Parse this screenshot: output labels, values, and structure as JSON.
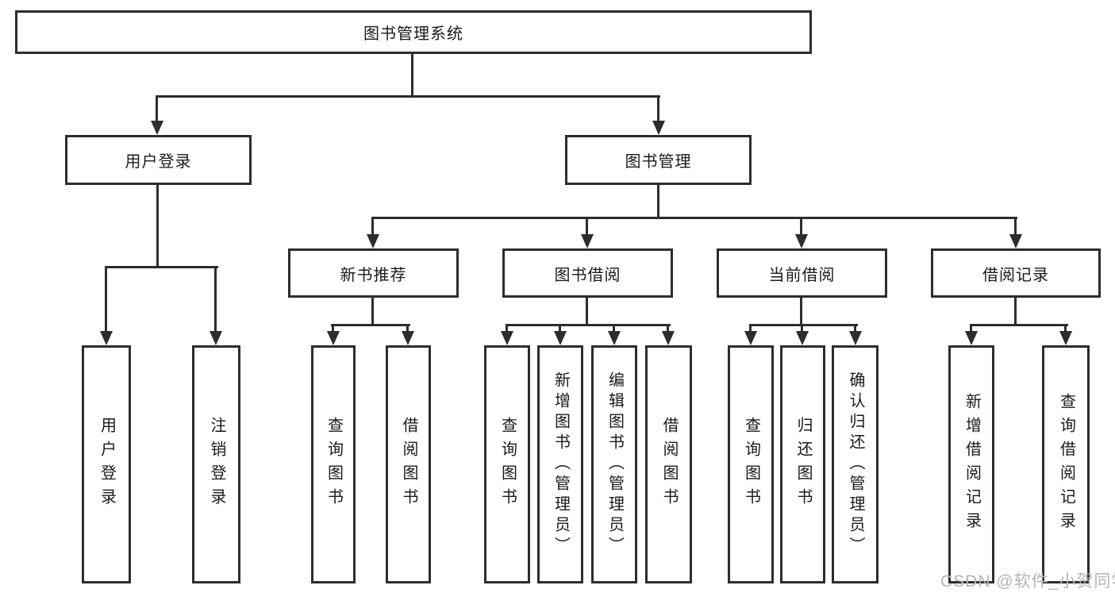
{
  "tree": {
    "root": {
      "label": "图书管理系统"
    },
    "children": [
      {
        "label": "用户登录",
        "children": [
          {
            "label": "用户登录"
          },
          {
            "label": "注销登录"
          }
        ]
      },
      {
        "label": "图书管理",
        "children": [
          {
            "label": "新书推荐",
            "children": [
              {
                "label": "查询图书"
              },
              {
                "label": "借阅图书"
              }
            ]
          },
          {
            "label": "图书借阅",
            "children": [
              {
                "label": "查询图书"
              },
              {
                "label": "新增图书（管理员）"
              },
              {
                "label": "编辑图书（管理员）"
              },
              {
                "label": "借阅图书"
              }
            ]
          },
          {
            "label": "当前借阅",
            "children": [
              {
                "label": "查询图书"
              },
              {
                "label": "归还图书"
              },
              {
                "label": "确认归还（管理员）"
              }
            ]
          },
          {
            "label": "借阅记录",
            "children": [
              {
                "label": "新增借阅记录"
              },
              {
                "label": "查询借阅记录"
              }
            ]
          }
        ]
      }
    ]
  },
  "watermark": "CSDN @软件_小贺同学",
  "colors": {
    "line": "#2d2d2d",
    "text": "#1a1a1a",
    "watermark": "#b5b5b5",
    "background": "#ffffff"
  }
}
